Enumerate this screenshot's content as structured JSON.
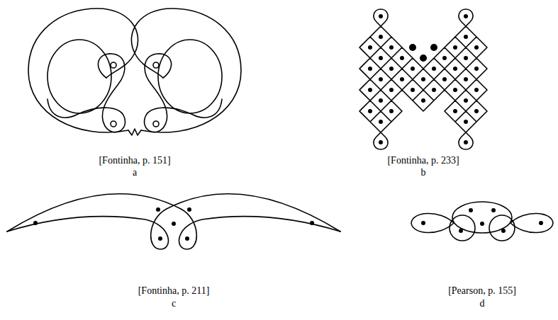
{
  "diagram": {
    "labels": [
      "[Fontinha, p. 151]",
      "a",
      "[Fontinha, p. 233]",
      "b",
      "[Fontinha, p. 211]",
      "c",
      "[Pearson, p. 155]",
      "d"
    ]
  }
}
